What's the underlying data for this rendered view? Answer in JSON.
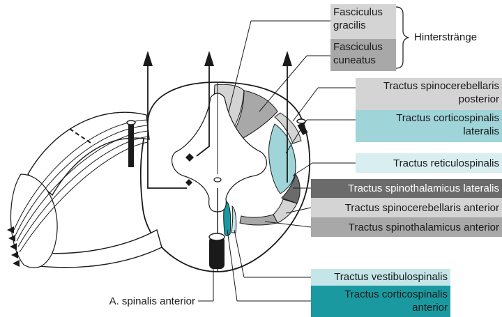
{
  "labels": {
    "fasciculus_gracilis": "Fasciculus gracilis",
    "fasciculus_cuneatus": "Fasciculus cuneatus",
    "hinterstraenge": "Hinterstränge",
    "spinocerebellaris_posterior": "Tractus spinocerebellaris posterior",
    "corticospinalis_lateralis": "Tractus corticospinalis lateralis",
    "reticulospinalis": "Tractus reticulospinalis",
    "spinothalamicus_lateralis": "Tractus spinothalamicus lateralis",
    "spinocerebellaris_anterior": "Tractus spinocerebellaris anterior",
    "spinothalamicus_anterior": "Tractus spinothalamicus anterior",
    "vestibulospinalis": "Tractus vestibulospinalis",
    "corticospinalis_anterior": "Tractus corticospinalis anterior",
    "spinalis_anterior": "A. spinalis anterior"
  },
  "colors": {
    "light_gray": "#d4d4d4",
    "mid_gray": "#a8a8a8",
    "dark_gray": "#6b6b6b",
    "light_teal": "#9fd4d8",
    "pale_teal": "#d9eef0",
    "vestibulo_teal": "#c5e6e9",
    "dark_teal": "#1a9aa0",
    "line": "#1a1a1a"
  }
}
